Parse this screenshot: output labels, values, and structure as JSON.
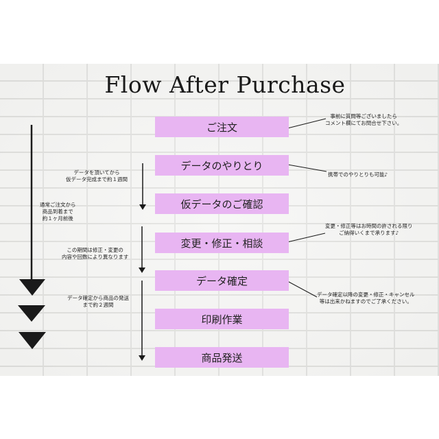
{
  "title": "Flow After Purchase",
  "steps": [
    {
      "label": "ご注文"
    },
    {
      "label": "データのやりとり"
    },
    {
      "label": "仮データのご確認"
    },
    {
      "label": "変更・修正・相談"
    },
    {
      "label": "データ確定"
    },
    {
      "label": "印刷作業"
    },
    {
      "label": "商品発送"
    }
  ],
  "right_notes": {
    "order": [
      "事前に質問等ございましたら",
      "コメント欄にてお問合せ下さい。"
    ],
    "exchange": [
      "携帯でのやりとりも可能♪"
    ],
    "revise": [
      "変更・修正等はお時間の許される限り",
      "ご納得いくまで承ります♪"
    ],
    "confirm": [
      "データ確定以降の変更・修正・キャンセル",
      "等は出来かねますのでご了承ください。"
    ]
  },
  "left_notes": {
    "draft_time": [
      "データを頂いてから",
      "仮データ完成まで約１週間"
    ],
    "total_time": [
      "通常ご注文から",
      "商品到着まで",
      "約１ヶ月前後"
    ],
    "revise_period": [
      "この期間は修正・変更の",
      "内容や回数により異なります"
    ],
    "ship_time": [
      "データ確定から商品の発送",
      "まで約２週間"
    ]
  },
  "colors": {
    "step_fill": "#e8b5f2",
    "text": "#222222",
    "arrow": "#1a1a1a"
  }
}
